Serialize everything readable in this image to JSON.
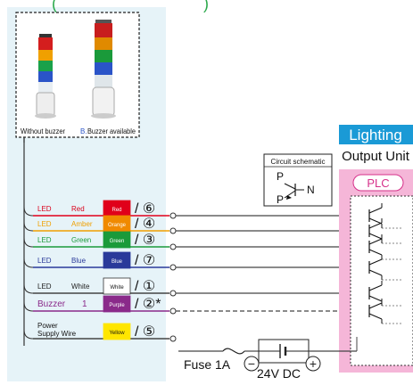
{
  "header": {
    "partial_title": "(",
    "partial_title_end": ")"
  },
  "products": {
    "without_buzzer_label": "Without buzzer",
    "buzzer_prefix": "B.",
    "buzzer_available_label": "Buzzer available"
  },
  "wires": [
    {
      "function": "LED",
      "color_name": "Red",
      "tag": "Red",
      "terminal": "6",
      "tag_color": "#e0001a",
      "text_color": "#d9001b",
      "wire_color": "#e0001a"
    },
    {
      "function": "LED",
      "color_name": "Amber",
      "tag": "Orange",
      "terminal": "4",
      "tag_color": "#f08a00",
      "text_color": "#f0a000",
      "wire_color": "#f0a000"
    },
    {
      "function": "LED",
      "color_name": "Green",
      "tag": "Green",
      "terminal": "3",
      "tag_color": "#1a9a3a",
      "text_color": "#1a9a3a",
      "wire_color": "#1a9a3a"
    },
    {
      "function": "LED",
      "color_name": "Blue",
      "tag": "Blue",
      "terminal": "7",
      "tag_color": "#2a3a9a",
      "text_color": "#2a3a9a",
      "wire_color": "#2a3a9a"
    },
    {
      "function": "LED",
      "color_name": "White",
      "tag": "White",
      "terminal": "1",
      "tag_color": "#ffffff",
      "text_color": "#222222",
      "wire_color": "#444444"
    },
    {
      "function": "Buzzer",
      "color_name": "1",
      "tag": "Purple",
      "terminal": "2",
      "tag_color": "#8a2a8a",
      "text_color": "#8a2a8a",
      "wire_color": "#8a2a8a"
    },
    {
      "function": "Power Supply Wire",
      "color_name": "",
      "tag": "Yellow",
      "terminal": "5",
      "tag_color": "#ffe600",
      "text_color": "#222222",
      "wire_color": "#444444"
    }
  ],
  "buzzer_note_mark": "*",
  "schematic": {
    "title": "Circuit schematic",
    "p_top": "P",
    "p_bottom": "P",
    "n_label": "N"
  },
  "output": {
    "lighting_label": "Lighting",
    "output_unit_label": "Output Unit",
    "plc_label": "PLC"
  },
  "power": {
    "fuse_label": "Fuse 1A",
    "supply_label": "24V DC",
    "minus": "−",
    "plus": "+"
  },
  "colors": {
    "left_panel_bg": "#e6f3f8",
    "title_green": "#2aa84a",
    "lighting_blue": "#1a9ad6",
    "plc_pink": "#f0a8d0",
    "plc_border": "#d6308a"
  }
}
